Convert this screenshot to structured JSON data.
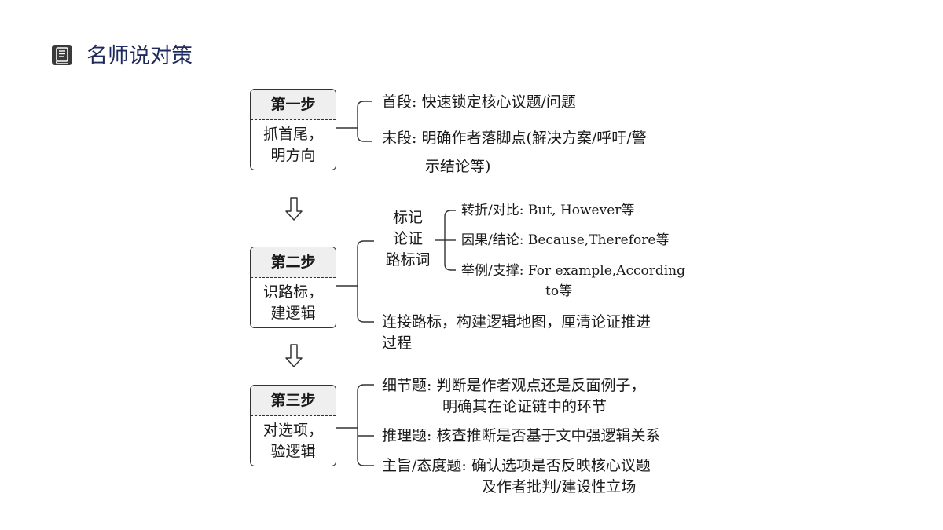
{
  "header": {
    "icon": "book-icon",
    "title": "名师说对策"
  },
  "steps": [
    {
      "title": "第一步",
      "body": [
        "抓首尾，",
        "明方向"
      ],
      "branches": [
        {
          "label": "首段: 快速锁定核心议题/问题"
        },
        {
          "label": "末段: 明确作者落脚点(解决方案/呼吁/警",
          "continuation": "示结论等)"
        }
      ]
    },
    {
      "title": "第二步",
      "body": [
        "识路标，",
        "建逻辑"
      ],
      "marker": {
        "lines": [
          "标记",
          "论证",
          "路标词"
        ]
      },
      "sub_branches": [
        {
          "label": "转折/对比: But, However等"
        },
        {
          "label": "因果/结论: Because,Therefore等"
        },
        {
          "label": "举例/支撑: For example,According",
          "continuation": "to等"
        }
      ],
      "branches": [
        {
          "label": "连接路标，构建逻辑地图，厘清论证推进",
          "continuation": "过程"
        }
      ]
    },
    {
      "title": "第三步",
      "body": [
        "对选项，",
        "验逻辑"
      ],
      "branches": [
        {
          "label": "细节题: 判断是作者观点还是反面例子，",
          "continuation": "明确其在论证链中的环节"
        },
        {
          "label": "推理题: 核查推断是否基于文中强逻辑关系"
        },
        {
          "label": "主旨/态度题: 确认选项是否反映核心议题",
          "continuation": "及作者批判/建设性立场"
        }
      ]
    }
  ],
  "arrows": [
    "down-arrow-icon",
    "down-arrow-icon"
  ]
}
